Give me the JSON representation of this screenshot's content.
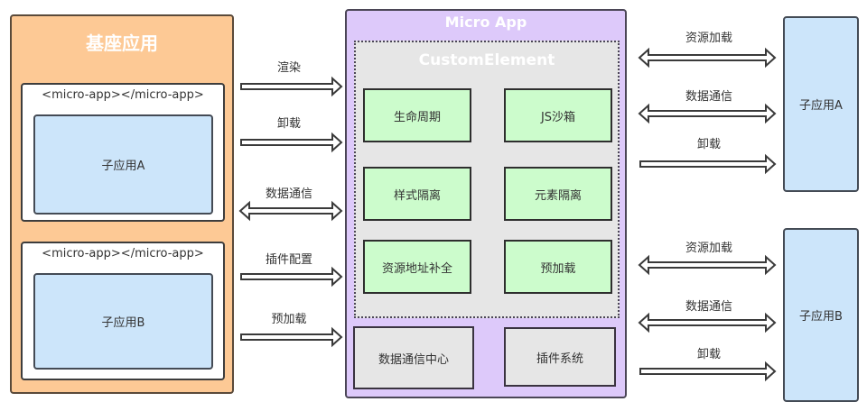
{
  "host_app": {
    "title": "基座应用",
    "containers": [
      {
        "tag": "<micro-app></micro-app>",
        "child": "子应用A"
      },
      {
        "tag": "<micro-app></micro-app>",
        "child": "子应用B"
      }
    ]
  },
  "left_arrows": [
    {
      "label": "渲染",
      "direction": "right"
    },
    {
      "label": "卸载",
      "direction": "right"
    },
    {
      "label": "数据通信",
      "direction": "both"
    },
    {
      "label": "插件配置",
      "direction": "right"
    },
    {
      "label": "预加载",
      "direction": "right"
    }
  ],
  "micro_app": {
    "title": "Micro App",
    "custom_element": {
      "title": "CustomElement",
      "features": [
        "生命周期",
        "JS沙箱",
        "样式隔离",
        "元素隔离",
        "资源地址补全",
        "预加载"
      ]
    },
    "core_modules": [
      "数据通信中心",
      "插件系统"
    ]
  },
  "right_groups": [
    {
      "app": "子应用A",
      "arrows": [
        {
          "label": "资源加载",
          "direction": "both"
        },
        {
          "label": "数据通信",
          "direction": "both"
        },
        {
          "label": "卸载",
          "direction": "right"
        }
      ]
    },
    {
      "app": "子应用B",
      "arrows": [
        {
          "label": "资源加载",
          "direction": "both"
        },
        {
          "label": "数据通信",
          "direction": "both"
        },
        {
          "label": "卸载",
          "direction": "right"
        }
      ]
    }
  ],
  "colors": {
    "host": "#fdc995",
    "micro_app": "#ddc9fa",
    "custom_element": "#e6e6e6",
    "feature": "#ccfccc",
    "sub_app": "#cce5fa"
  }
}
